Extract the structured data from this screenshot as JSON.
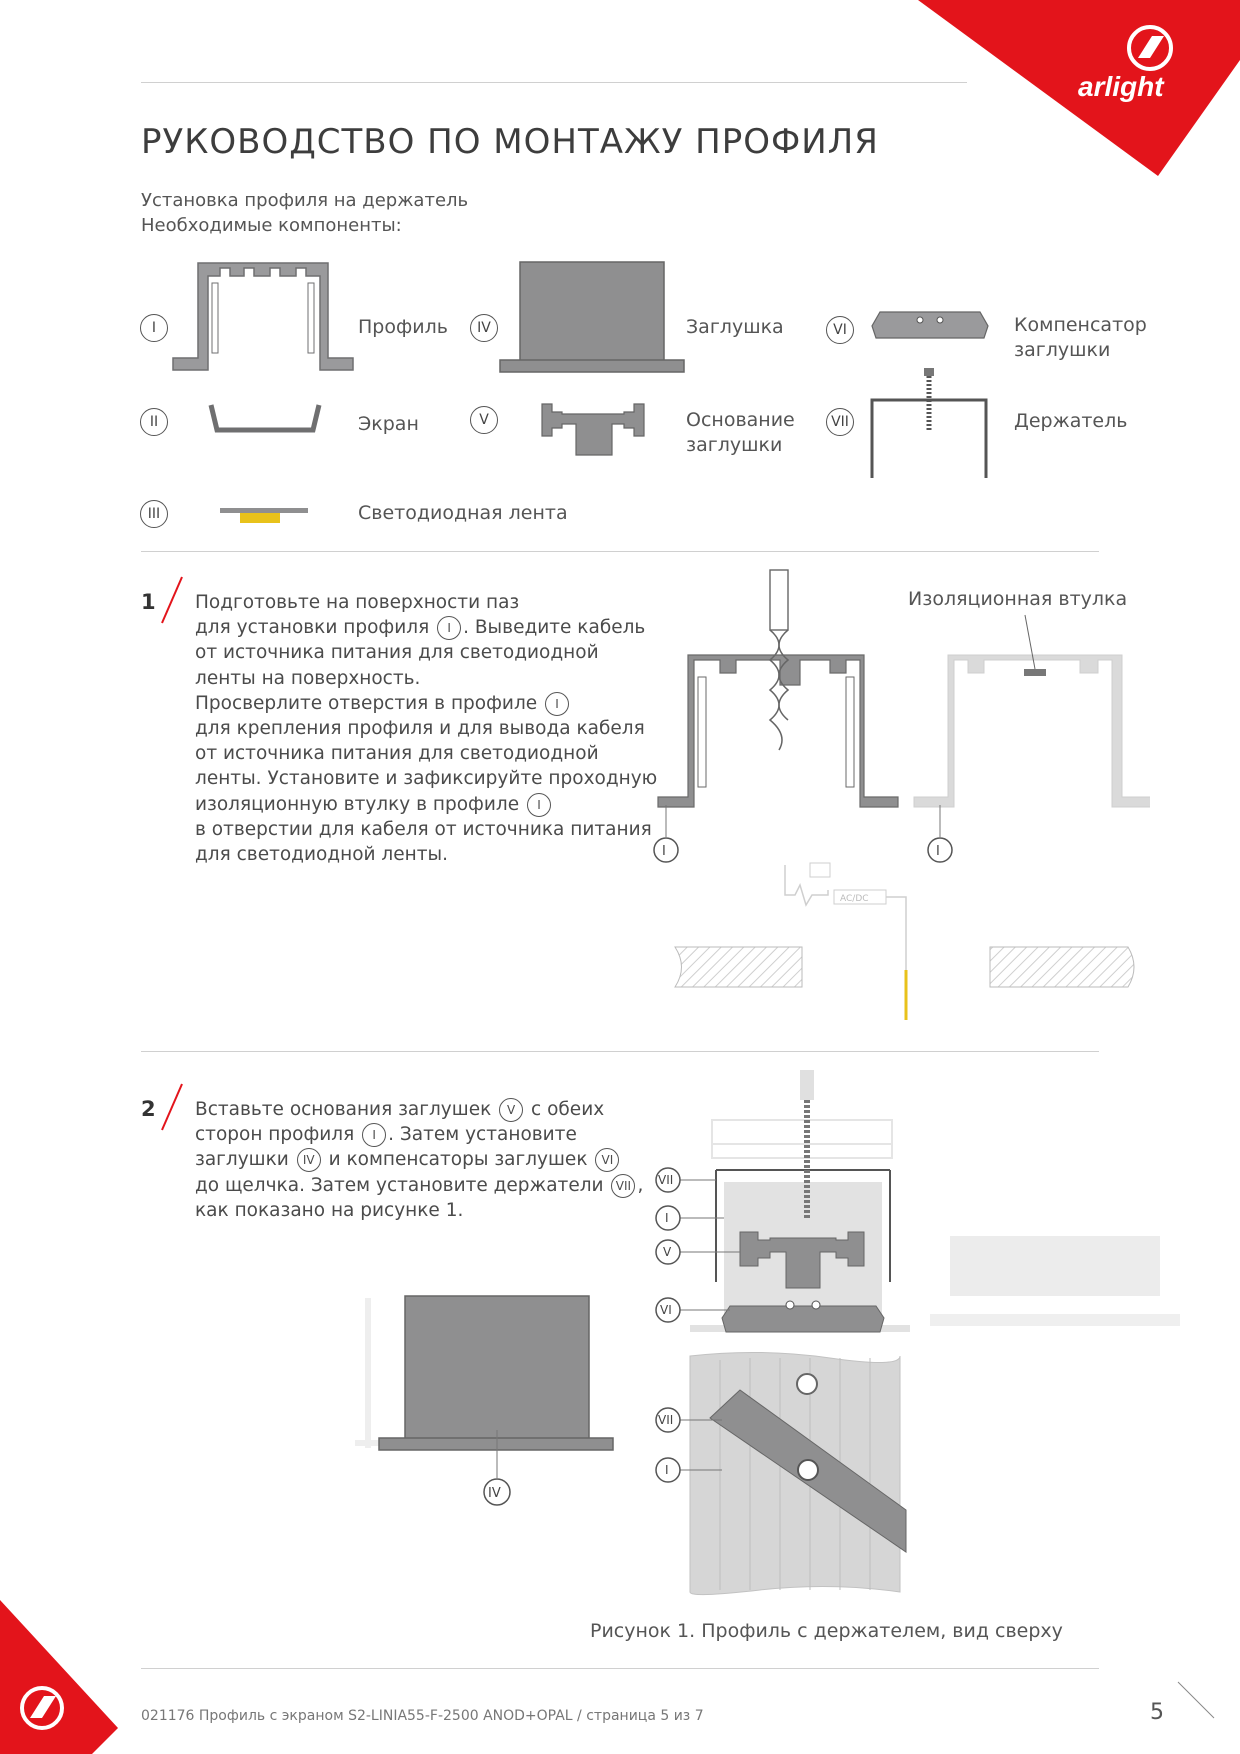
{
  "brand": {
    "logo_text": "arlight"
  },
  "title": "РУКОВОДСТВО ПО МОНТАЖУ ПРОФИЛЯ",
  "subtitle_1": "Установка профиля на держатель",
  "subtitle_2": "Необходимые компоненты:",
  "components": [
    {
      "num": "I",
      "label": "Профиль"
    },
    {
      "num": "II",
      "label": "Экран"
    },
    {
      "num": "III",
      "label": "Светодиодная лента"
    },
    {
      "num": "IV",
      "label": "Заглушка"
    },
    {
      "num": "V",
      "label_1": "Основание",
      "label_2": "заглушки"
    },
    {
      "num": "VI",
      "label_1": "Компенсатор",
      "label_2": "заглушки"
    },
    {
      "num": "VII",
      "label": "Держатель"
    }
  ],
  "step1": {
    "number": "1",
    "lines": [
      "Подготовьте на поверхности паз",
      "для установки профиля",
      ". Выведите кабель",
      "от источника питания для светодиодной",
      "ленты на поверхность.",
      "Просверлите отверстия в профиле",
      "для крепления профиля и для вывода кабеля",
      "от источника питания для светодиодной",
      "ленты. Установите и зафиксируйте проходную",
      "изоляционную втулку в профиле",
      "в отверстии для кабеля от источника питания",
      "для светодиодной ленты."
    ],
    "callout": "Изоляционная втулка",
    "adapter_label": "AC/DC"
  },
  "step2": {
    "number": "2",
    "lines": [
      "Вставьте основания заглушек",
      "с обеих",
      "сторон профиля",
      ". Затем установите",
      "заглушки",
      "и компенсаторы заглушек",
      "до щелчка. Затем установите держатели",
      ",",
      "как показано на рисунке 1."
    ]
  },
  "caption": "Рисунок 1. Профиль с держателем, вид сверху",
  "footer": "021176 Профиль с экраном S2-LINIA55-F-2500 ANOD+OPAL / страница 5 из 7",
  "page_number": "5",
  "colors": {
    "brand_red": "#e3141b",
    "profile_gray": "#8f8f90",
    "light_gray": "#d6d6d6",
    "led_yellow": "#e8c21b"
  }
}
